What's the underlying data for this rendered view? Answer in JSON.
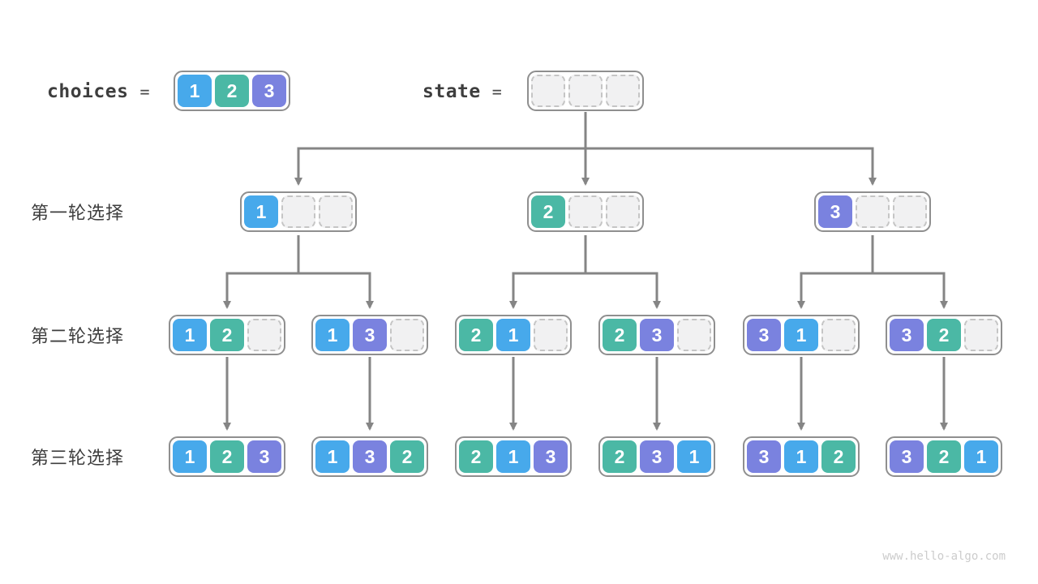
{
  "colors": {
    "cell1": "#47A9EB",
    "cell2": "#4BB8A5",
    "cell3": "#7A82DF",
    "empty_fill": "#F1F1F2",
    "empty_border": "#C5C5C5",
    "node_border": "#8F8F8F",
    "arrow": "#858585",
    "text": "#3E3E3E",
    "watermark": "#CCCCCC"
  },
  "header": {
    "choices_label": "choices",
    "choices_equals": "=",
    "choices_values": [
      1,
      2,
      3
    ],
    "state_label": "state",
    "state_equals": "=",
    "state_values": [
      null,
      null,
      null
    ]
  },
  "rows": [
    {
      "label": "第一轮选择",
      "nodes": [
        [
          1,
          null,
          null
        ],
        [
          2,
          null,
          null
        ],
        [
          3,
          null,
          null
        ]
      ]
    },
    {
      "label": "第二轮选择",
      "nodes": [
        [
          1,
          2,
          null
        ],
        [
          1,
          3,
          null
        ],
        [
          2,
          1,
          null
        ],
        [
          2,
          3,
          null
        ],
        [
          3,
          1,
          null
        ],
        [
          3,
          2,
          null
        ]
      ]
    },
    {
      "label": "第三轮选择",
      "nodes": [
        [
          1,
          2,
          3
        ],
        [
          1,
          3,
          2
        ],
        [
          2,
          1,
          3
        ],
        [
          2,
          3,
          1
        ],
        [
          3,
          1,
          2
        ],
        [
          3,
          2,
          1
        ]
      ]
    }
  ],
  "watermark": "www.hello-algo.com"
}
